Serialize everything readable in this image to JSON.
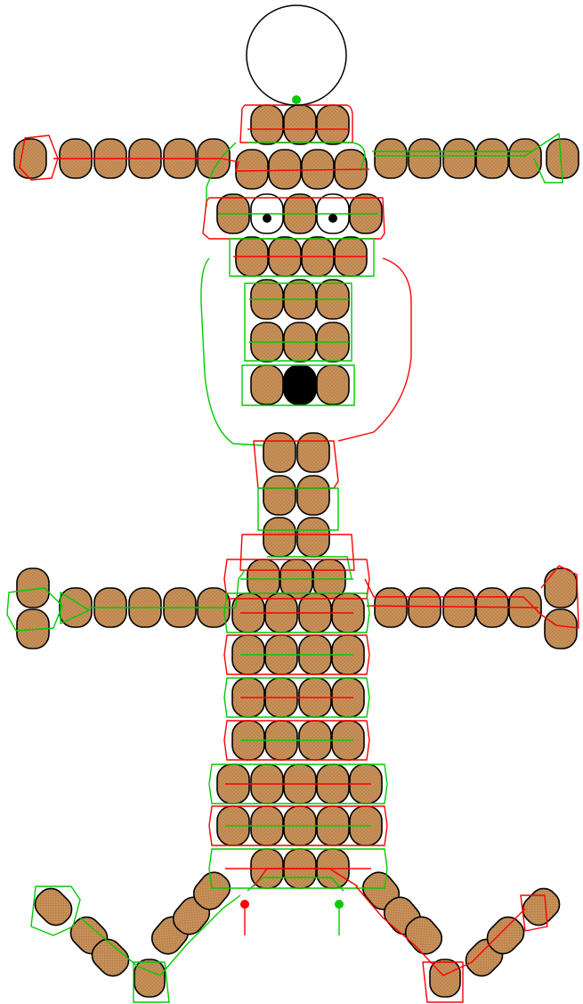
{
  "diagram": {
    "kind": "bead pattern (brown pony beads with red and green stringing paths)",
    "colors": {
      "background": "#ffffff",
      "bead_fill": "#c8915a",
      "bead_dots": "#a9743f",
      "bead_outline": "#000000",
      "string_path_a": "#ff0000",
      "string_path_b": "#00cc00",
      "eye_bead": "#ffffff",
      "pupil": "#000000",
      "nose_bead": "#000000",
      "head_ring": "#000000"
    },
    "parts": [
      "head-ring",
      "arms-row",
      "face",
      "snout",
      "neck",
      "legs-row",
      "body",
      "hind-legs",
      "string-ends"
    ]
  }
}
